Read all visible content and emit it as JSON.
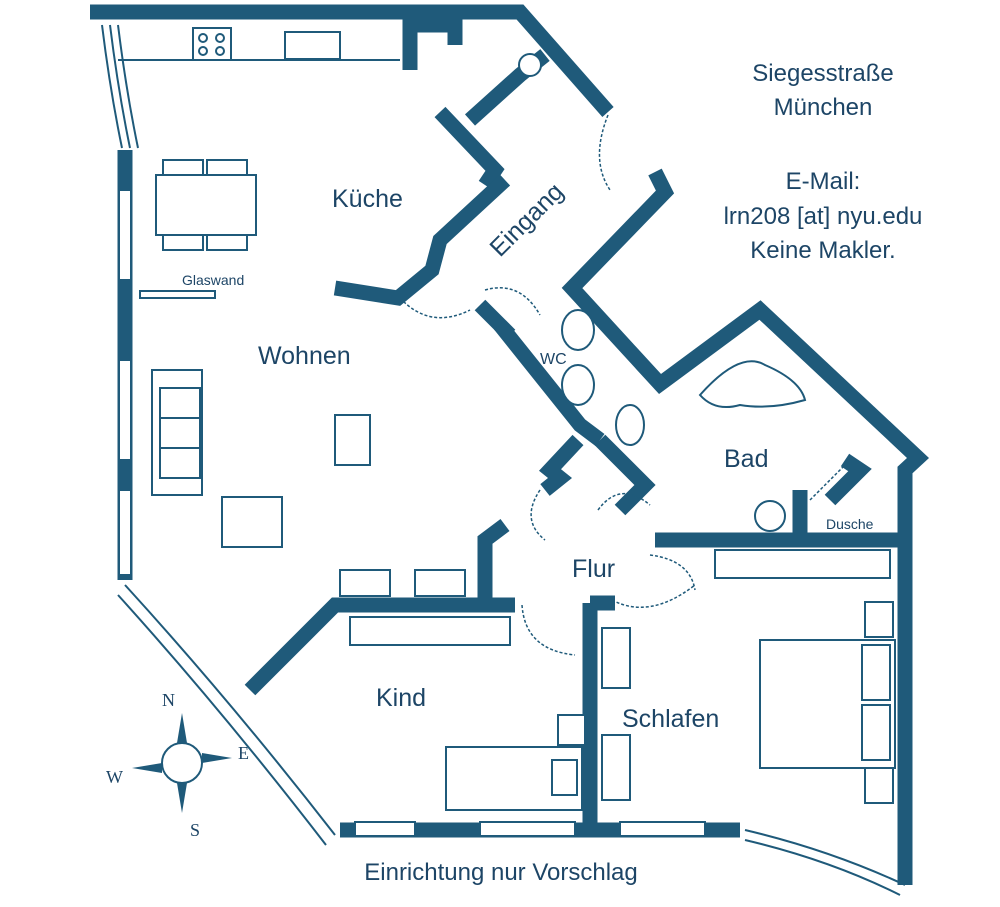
{
  "colors": {
    "wall": "#1f5a7a",
    "text": "#1d4566",
    "background": "#ffffff"
  },
  "rooms": {
    "kueche": "Küche",
    "eingang": "Eingang",
    "wohnen": "Wohnen",
    "wc": "WC",
    "bad": "Bad",
    "dusche": "Dusche",
    "flur": "Flur",
    "kind": "Kind",
    "schlafen": "Schlafen"
  },
  "annotations": {
    "glaswand": "Glaswand"
  },
  "info": {
    "street": "Siegesstraße",
    "city": "München",
    "email_label": "E-Mail:",
    "email": "lrn208 [at] nyu.edu",
    "note": "Keine Makler."
  },
  "compass": {
    "n": "N",
    "e": "E",
    "s": "S",
    "w": "W"
  },
  "caption": "Einrichtung nur Vorschlag"
}
